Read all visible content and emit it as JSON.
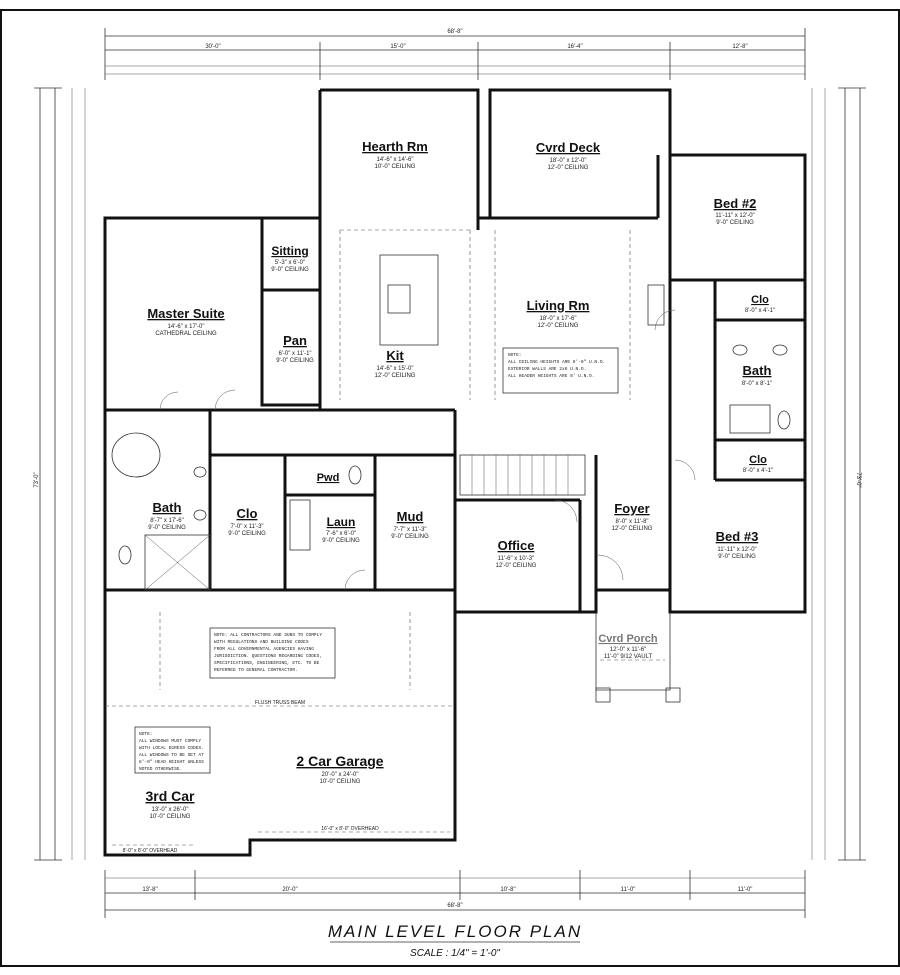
{
  "title": "MAIN LEVEL FLOOR PLAN",
  "scale": "SCALE : 1/4\" = 1'-0\"",
  "overall_width": "68'-8\"",
  "top_dims": [
    "30'-0\"",
    "15'-0\"",
    "16'-4\"",
    "12'-8\""
  ],
  "bottom_dims": [
    "13'-8\"",
    "20'-0\"",
    "10'-8\"",
    "11'-0\"",
    "11'-0\""
  ],
  "left_dims": [
    "73'-0\""
  ],
  "rooms": {
    "hearth": {
      "name": "Hearth Rm",
      "size": "14'-6\" x 14'-6\"",
      "ceiling": "10'-0\" CEILING"
    },
    "deck": {
      "name": "Cvrd Deck",
      "size": "18'-0\" x 12'-0\"",
      "ceiling": "12'-0\" CEILING"
    },
    "bed2": {
      "name": "Bed #2",
      "size": "11'-11\" x 12'-0\"",
      "ceiling": "9'-0\" CEILING"
    },
    "sitting": {
      "name": "Sitting",
      "size": "5'-3\" x 6'-0\"",
      "ceiling": "9'-0\" CEILING"
    },
    "master": {
      "name": "Master Suite",
      "size": "14'-6\" x 17'-0\"",
      "ceiling": "CATHEDRAL CEILING"
    },
    "pan": {
      "name": "Pan",
      "size": "6'-0\" x 11'-1\"",
      "ceiling": "9'-0\" CEILING"
    },
    "kit": {
      "name": "Kit",
      "size": "14'-6\" x 15'-0\"",
      "ceiling": "12'-0\" CEILING"
    },
    "living": {
      "name": "Living Rm",
      "size": "18'-0\" x 17'-6\"",
      "ceiling": "12'-0\" CEILING"
    },
    "clo_upper": {
      "name": "Clo",
      "size": "8'-0\" x 4'-1\""
    },
    "bath_right": {
      "name": "Bath",
      "size": "8'-0\" x 8'-1\""
    },
    "clo_lower": {
      "name": "Clo",
      "size": "8'-0\" x 4'-1\""
    },
    "bath_master": {
      "name": "Bath",
      "size": "8'-7\" x 17'-6\"",
      "ceiling": "9'-0\" CEILING"
    },
    "clo_master": {
      "name": "Clo",
      "size": "7'-0\" x 11'-3\"",
      "ceiling": "9'-0\" CEILING"
    },
    "pwd": {
      "name": "Pwd"
    },
    "laun": {
      "name": "Laun",
      "size": "7'-6\" x 6'-0\"",
      "ceiling": "9'-0\" CEILING"
    },
    "mud": {
      "name": "Mud",
      "size": "7'-7\" x 11'-3\"",
      "ceiling": "9'-0\" CEILING"
    },
    "office": {
      "name": "Office",
      "size": "11'-6\" x 10'-3\"",
      "ceiling": "12'-0\" CEILING"
    },
    "foyer": {
      "name": "Foyer",
      "size": "8'-0\" x 11'-8\"",
      "ceiling": "12'-0\" CEILING"
    },
    "bed3": {
      "name": "Bed #3",
      "size": "11'-11\" x 12'-0\"",
      "ceiling": "9'-0\" CEILING"
    },
    "porch": {
      "name": "Cvrd Porch",
      "size": "12'-0\" x 11'-6\"",
      "ceiling": "11'-0\" 9/12 VAULT"
    },
    "garage": {
      "name": "2 Car Garage",
      "size": "20'-0\" x 24'-0\"",
      "ceiling": "10'-0\" CEILING"
    },
    "thirdcar": {
      "name": "3rd Car",
      "size": "13'-0\" x 26'-0\"",
      "ceiling": "10'-0\" CEILING"
    }
  },
  "notes": {
    "living": [
      "NOTE:",
      "ALL CEILING HEIGHTS ARE 9'-0\" U.N.O.",
      "EXTERIOR WALLS ARE 2x6 U.N.O.",
      "ALL HEADER HEIGHTS ARE 8' U.N.O."
    ],
    "garage": [
      "NOTE: ALL CONTRACTORS AND SUBS TO COMPLY",
      "WITH REGULATIONS AND BUILDING CODES",
      "FROM ALL GOVERNMENTAL AGENCIES HAVING",
      "JURISDICTION. QUESTIONS REGARDING CODES,",
      "SPECIFICATIONS, ENGINEERING, ETC. TO BE",
      "REFERRED TO GENERAL CONTRACTOR."
    ],
    "thirdcar": [
      "NOTE:",
      "ALL WINDOWS MUST COMPLY",
      "WITH LOCAL EGRESS CODES.",
      "ALL WINDOWS TO BE SET AT",
      "8'-0\" HEAD HEIGHT UNLESS",
      "NOTED OTHERWISE."
    ],
    "beam": "FLUSH TRUSS BEAM",
    "overhead_left": "8'-0\" x 8'-0\" OVERHEAD",
    "overhead_right": "16'-0\" x 8'-0\" OVERHEAD"
  }
}
